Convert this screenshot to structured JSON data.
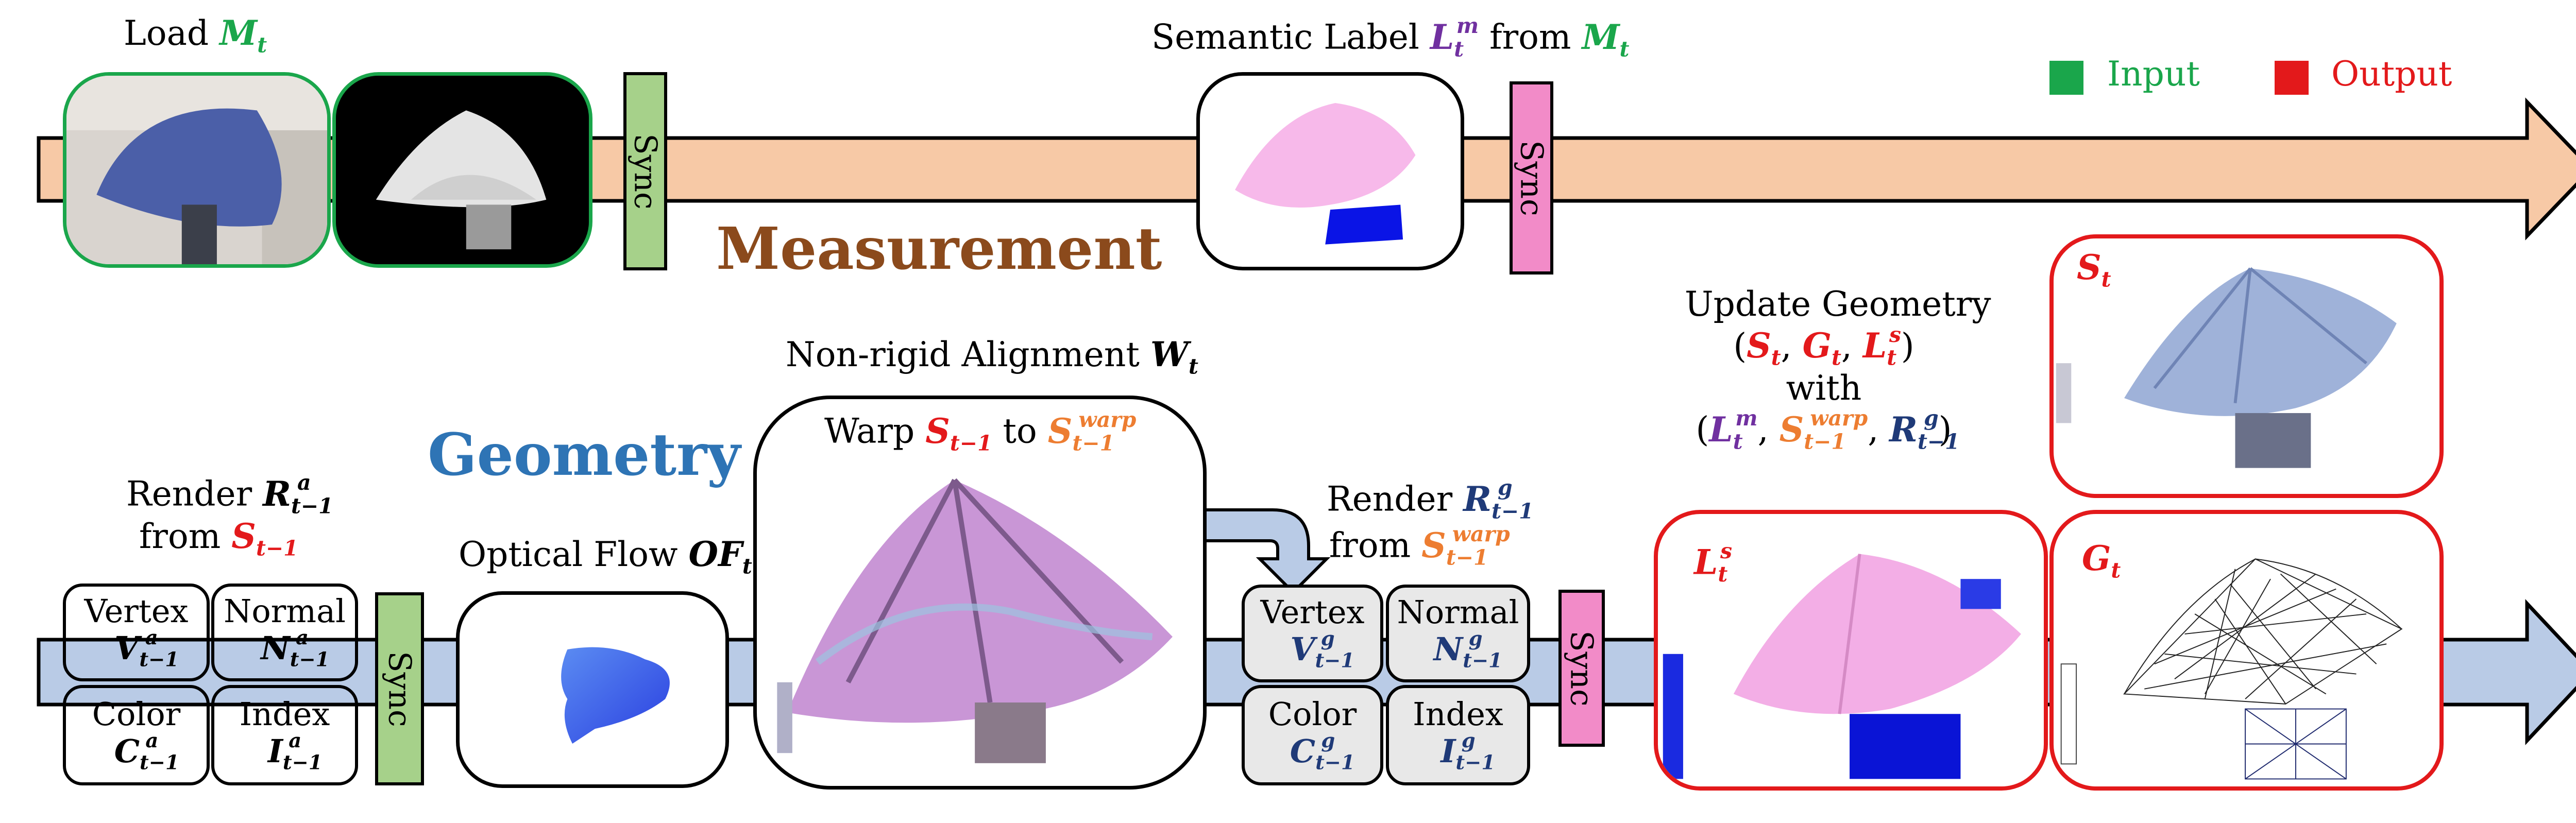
{
  "measurement": {
    "load_prefix": "Load",
    "load_var": "M",
    "load_sub": "t",
    "semantic_prefix": "Semantic Label",
    "semantic_var": "L",
    "semantic_sub": "t",
    "semantic_sup": "m",
    "semantic_from": "from",
    "semantic_from_var": "M",
    "semantic_from_sub": "t",
    "sync1": "Sync",
    "sync2": "Sync",
    "title": "Measurement"
  },
  "legend": {
    "input": "Input",
    "output": "Output"
  },
  "geometry": {
    "title": "Geometry",
    "render_a_prefix": "Render",
    "render_a_var": "R",
    "render_a_sub": "t−1",
    "render_a_sup": "a",
    "render_a_from": "from",
    "render_a_from_var": "S",
    "render_a_from_sub": "t−1",
    "cells_a": [
      {
        "label": "Vertex",
        "var": "V",
        "sup": "a",
        "sub": "t−1"
      },
      {
        "label": "Normal",
        "var": "N",
        "sup": "a",
        "sub": "t−1"
      },
      {
        "label": "Color",
        "var": "C",
        "sup": "a",
        "sub": "t−1"
      },
      {
        "label": "Index",
        "var": "I",
        "sup": "a",
        "sub": "t−1"
      }
    ],
    "sync3": "Sync",
    "sync4": "Sync",
    "optical_prefix": "Optical Flow",
    "optical_var": "OF",
    "optical_sub": "t",
    "nonrigid_prefix": "Non-rigid Alignment",
    "nonrigid_var": "W",
    "nonrigid_sub": "t",
    "warp_prefix": "Warp",
    "warp_var": "S",
    "warp_sub": "t−1",
    "warp_to": "to",
    "warp_to_var": "S",
    "warp_to_sub": "t−1",
    "warp_to_sup": "warp",
    "render_g_prefix": "Render",
    "render_g_var": "R",
    "render_g_sub": "t−1",
    "render_g_sup": "g",
    "render_g_from": "from",
    "render_g_from_var": "S",
    "render_g_from_sub": "t−1",
    "render_g_from_sup": "warp",
    "cells_g": [
      {
        "label": "Vertex",
        "var": "V",
        "sup": "g",
        "sub": "t−1"
      },
      {
        "label": "Normal",
        "var": "N",
        "sup": "g",
        "sub": "t−1"
      },
      {
        "label": "Color",
        "var": "C",
        "sup": "g",
        "sub": "t−1"
      },
      {
        "label": "Index",
        "var": "I",
        "sup": "g",
        "sub": "t−1"
      }
    ],
    "update_title": "Update Geometry",
    "update_S": "S",
    "update_S_sub": "t",
    "update_G": "G",
    "update_G_sub": "t",
    "update_L": "L",
    "update_L_sub": "t",
    "update_L_sup": "s",
    "update_with": "with",
    "update_in_L": "L",
    "update_in_L_sub": "t",
    "update_in_L_sup": "m",
    "update_in_S": "S",
    "update_in_S_sub": "t−1",
    "update_in_S_sup": "warp",
    "update_in_R": "R",
    "update_in_R_sub": "t−1",
    "update_in_R_sup": "g",
    "panel_S_var": "S",
    "panel_S_sub": "t",
    "panel_L_var": "L",
    "panel_L_sub": "t",
    "panel_L_sup": "s",
    "panel_G_var": "G",
    "panel_G_sub": "t"
  },
  "colors": {
    "input_green": "#1aa64b",
    "output_red": "#e3191b",
    "measurement_band": "#f7c9a6",
    "geometry_band": "#b9cbe6",
    "sync_green": "#a6d18a",
    "sync_pink": "#f28bc8",
    "measurement_title": "#8b4a1c",
    "geometry_title": "#2e74b5",
    "purple": "#7030a0",
    "orange": "#ed7d31",
    "navy": "#1f3a78"
  }
}
